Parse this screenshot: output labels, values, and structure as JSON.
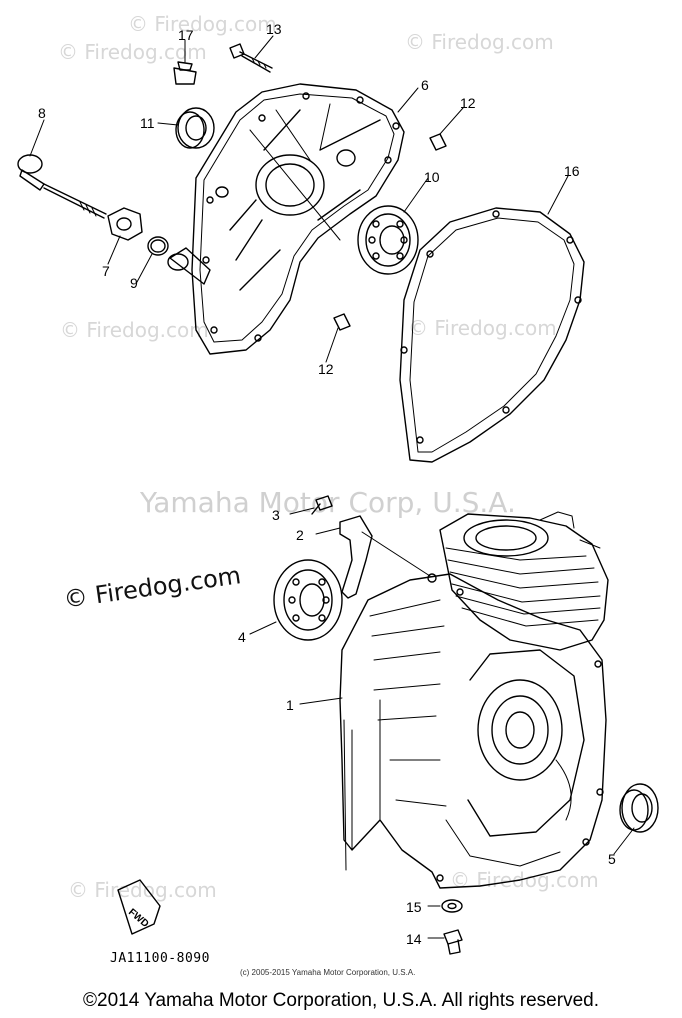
{
  "watermarks": {
    "small": "© Firedog.com",
    "brand": "Yamaha Motor Corp, U.S.A.",
    "dark": "© Firedog.com"
  },
  "labels": [
    "13",
    "17",
    "8",
    "11",
    "6",
    "12",
    "10",
    "16",
    "7",
    "9",
    "12",
    "3",
    "2",
    "4",
    "1",
    "5",
    "15",
    "14"
  ],
  "diagram_code": "JA11100-8090",
  "fwd_tag": "FWD",
  "credit_line": "(c) 2005-2015 Yamaha Motor Corporation, U.S.A.",
  "footer_copyright": "©2014 Yamaha Motor Corporation, U.S.A. All rights reserved."
}
